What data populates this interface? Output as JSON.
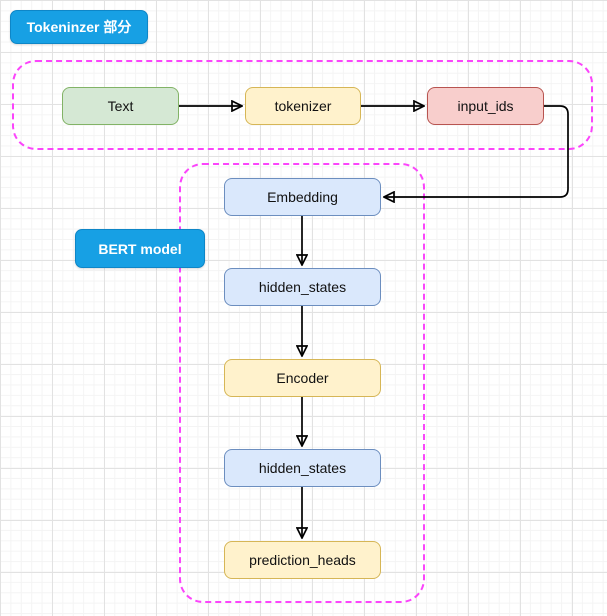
{
  "diagram": {
    "type": "flowchart",
    "section_labels": [
      {
        "id": "tokenizer-section",
        "label": "Tokeninzer 部分"
      },
      {
        "id": "bert-model",
        "label": "BERT model"
      }
    ],
    "nodes": {
      "text": {
        "label": "Text",
        "fill": "#D5E8D4",
        "border": "#82B366"
      },
      "tokenizer": {
        "label": "tokenizer",
        "fill": "#FFF2CC",
        "border": "#D6B656"
      },
      "input_ids": {
        "label": "input_ids",
        "fill": "#F8CECC",
        "border": "#B85450"
      },
      "embedding": {
        "label": "Embedding",
        "fill": "#DAE8FC",
        "border": "#6C8EBF"
      },
      "hidden_states_1": {
        "label": "hidden_states",
        "fill": "#DAE8FC",
        "border": "#6C8EBF"
      },
      "encoder": {
        "label": "Encoder",
        "fill": "#FFF2CC",
        "border": "#D6B656"
      },
      "hidden_states_2": {
        "label": "hidden_states",
        "fill": "#DAE8FC",
        "border": "#6C8EBF"
      },
      "prediction_heads": {
        "label": "prediction_heads",
        "fill": "#FFF2CC",
        "border": "#D6B656"
      }
    },
    "edges": [
      {
        "from": "Text",
        "to": "tokenizer"
      },
      {
        "from": "tokenizer",
        "to": "input_ids"
      },
      {
        "from": "input_ids",
        "to": "Embedding"
      },
      {
        "from": "Embedding",
        "to": "hidden_states"
      },
      {
        "from": "hidden_states",
        "to": "Encoder"
      },
      {
        "from": "Encoder",
        "to": "hidden_states"
      },
      {
        "from": "hidden_states",
        "to": "prediction_heads"
      }
    ],
    "colors": {
      "section_badge_fill": "#17A0E4",
      "section_badge_border": "#0E86C7",
      "section_badge_text": "#FFFFFF",
      "dashed_container_border": "#FB45FB",
      "arrow": "#000000",
      "grid_major": "#E2E2E2",
      "grid_minor": "#F4F4F4",
      "background": "#FFFFFF"
    }
  }
}
